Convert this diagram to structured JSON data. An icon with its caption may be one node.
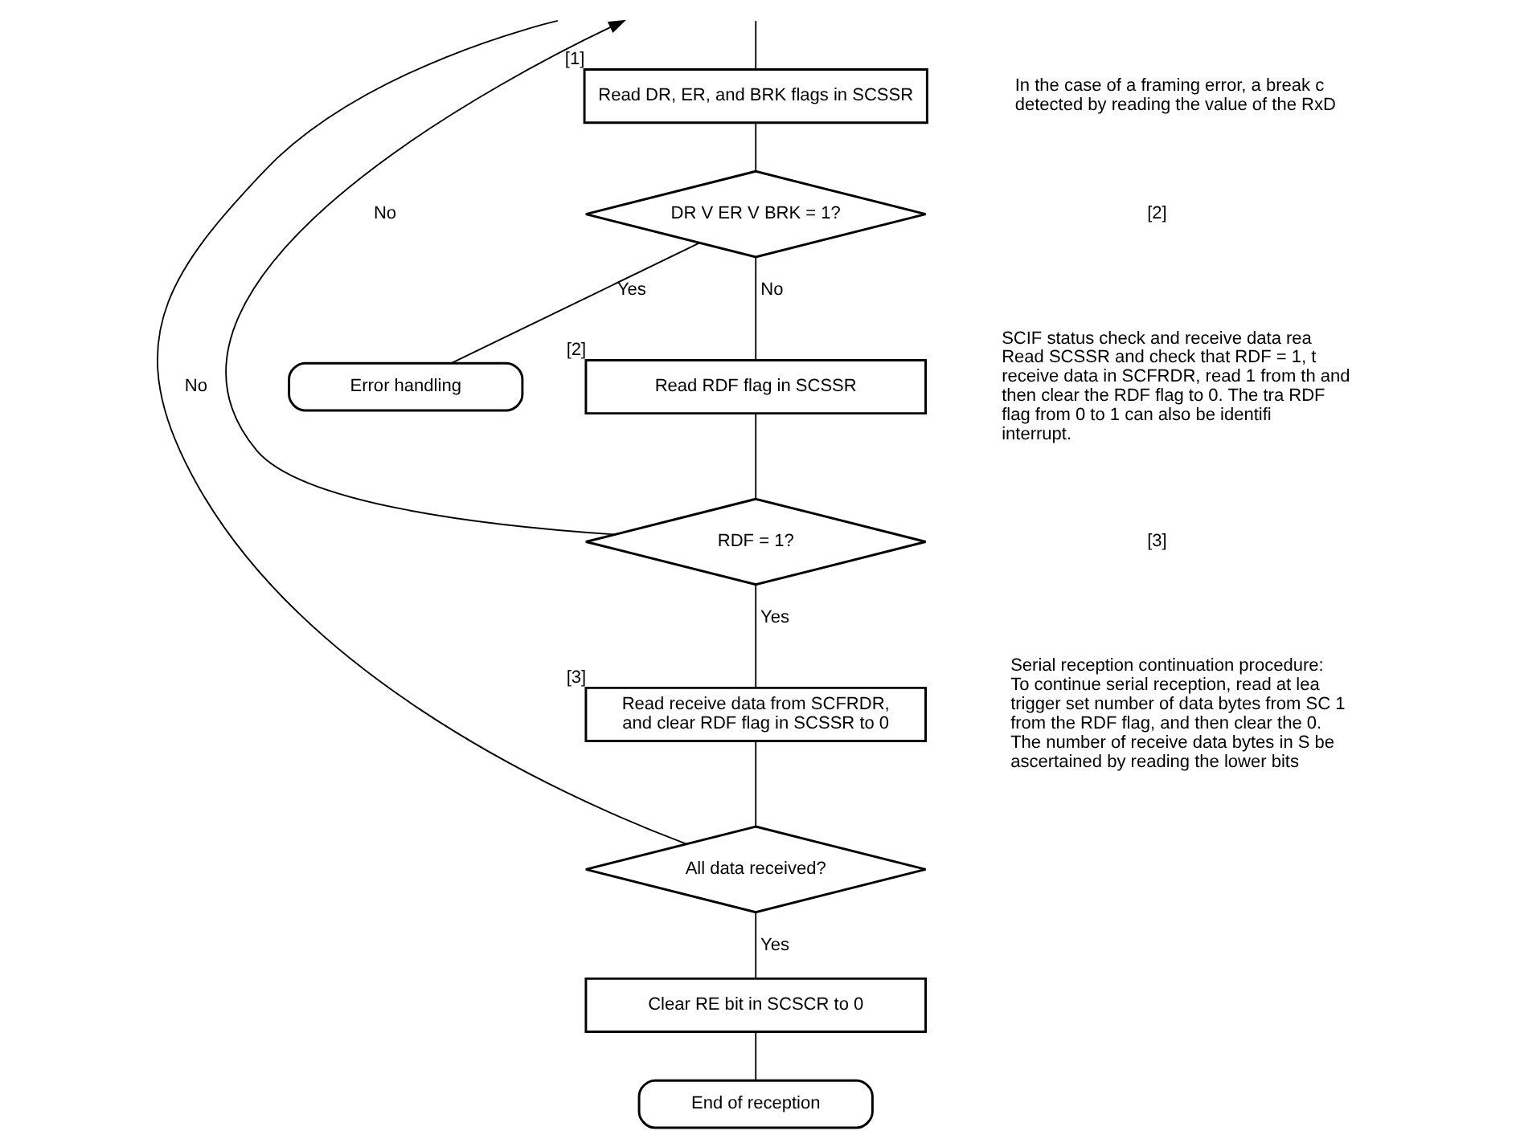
{
  "diagram": {
    "nodes": [
      {
        "text": [
          "Read DR, ER, and BRK flags in SCSSR"
        ],
        "beside": [
          "[1]"
        ]
      },
      {
        "text": [
          "DR V ER V BRK = 1?"
        ]
      },
      {
        "text": [
          "Error handling"
        ]
      },
      {
        "text": [
          "Read RDF flag in SCSSR"
        ],
        "beside": [
          "[2]"
        ]
      },
      {
        "text": [
          "RDF = 1?"
        ]
      },
      {
        "text": [
          "Read receive data from SCFRDR, and clear RDF flag in SCSSR to 0"
        ],
        "beside": [
          "[3]"
        ]
      },
      {
        "text": [
          "All data received?"
        ]
      },
      {
        "text": [
          "Clear RE bit in SCSCR to 0"
        ]
      },
      {
        "text": [
          "End of reception"
        ]
      }
    ],
    "edges": [
      {
        "from": null,
        "to": 0,
        "arrow": "none"
      },
      {
        "from": 0,
        "to": 1,
        "arrow": "none"
      },
      {
        "from": 1,
        "to": 2,
        "arrow": "none",
        "label": "Yes"
      },
      {
        "from": 1,
        "to": 3,
        "arrow": "none",
        "label": "No"
      },
      {
        "from": 3,
        "to": 4,
        "arrow": "none"
      },
      {
        "from": 4,
        "to": null,
        "arrow": "to",
        "label": "No"
      },
      {
        "from": 4,
        "to": 5,
        "arrow": "none",
        "label": "Yes"
      },
      {
        "from": 5,
        "to": 6,
        "arrow": "none"
      },
      {
        "from": 6,
        "to": null,
        "arrow": "none",
        "label": "No"
      },
      {
        "from": 6,
        "to": 7,
        "arrow": "none",
        "label": "Yes"
      },
      {
        "from": 7,
        "to": 8,
        "arrow": "none"
      }
    ],
    "labels": [
      "In the case of a framing error, a break c detected by reading the value of the RxD",
      "[2]",
      "SCIF status check and receive data rea Read SCSSR and check that RDF = 1, t receive data in SCFRDR, read 1 from th and then clear the RDF flag to 0. The tra RDF flag from 0 to 1 can also be identifi interrupt.",
      "[3]",
      "Serial reception continuation procedure: To continue serial reception, read at lea trigger set number of data bytes from SC 1 from the RDF flag, and then clear the 0. The number of receive data bytes in S be ascertained by reading the lower bits"
    ]
  }
}
